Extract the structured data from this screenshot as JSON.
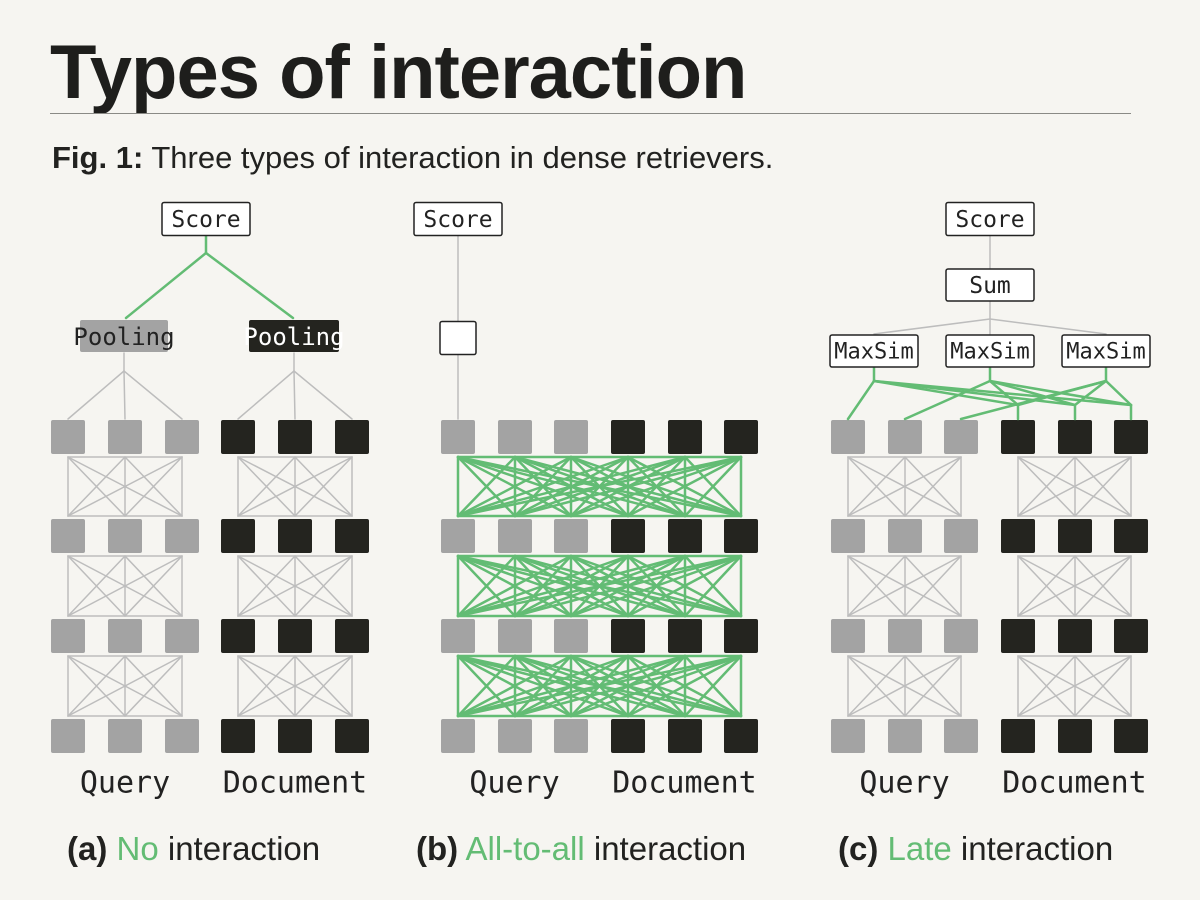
{
  "title": "Types of interaction",
  "caption": {
    "prefix": "Fig. 1:",
    "text": " Three types of interaction in dense retrievers."
  },
  "colors": {
    "accent": "#63bc74",
    "query_token": "#a3a3a3",
    "document_token": "#24241f",
    "line": "#bdbdbd",
    "text": "#222220"
  },
  "panels": [
    {
      "id": "a",
      "tag": "(a)",
      "highlight": "No",
      "rest": " interaction",
      "score_label": "Score",
      "query_pool_label": "Pooling",
      "doc_pool_label": "Pooling",
      "query_label": "Query",
      "document_label": "Document"
    },
    {
      "id": "b",
      "tag": "(b)",
      "highlight": "All-to-all",
      "rest": " interaction",
      "score_label": "Score",
      "query_label": "Query",
      "document_label": "Document"
    },
    {
      "id": "c",
      "tag": "(c)",
      "highlight": "Late",
      "rest": " interaction",
      "score_label": "Score",
      "sum_label": "Sum",
      "maxsim_labels": [
        "MaxSim",
        "MaxSim",
        "MaxSim"
      ],
      "query_label": "Query",
      "document_label": "Document"
    }
  ]
}
